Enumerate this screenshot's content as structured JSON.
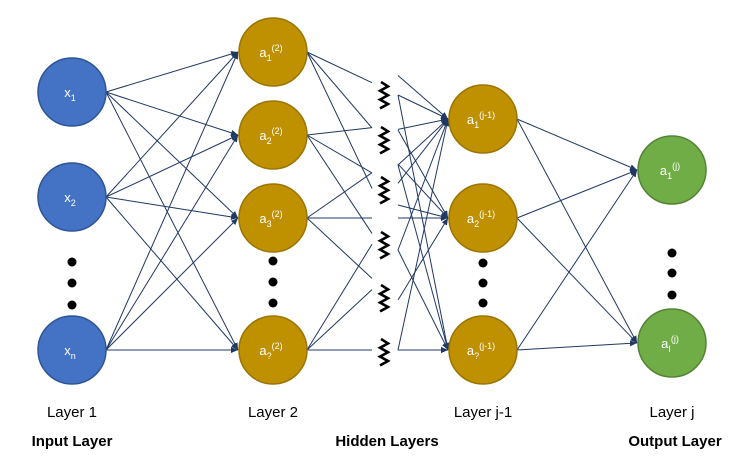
{
  "colors": {
    "input_node": "#4472C4",
    "input_stroke": "#2F5597",
    "hidden_node": "#BF9000",
    "hidden_stroke": "#9C7400",
    "output_node": "#70AD47",
    "output_stroke": "#548235",
    "edge": "#1F3864",
    "ellipsis": "#000000"
  },
  "layers": {
    "input": {
      "nodes": [
        {
          "base": "x",
          "sub": "1",
          "sup": ""
        },
        {
          "base": "x",
          "sub": "2",
          "sup": ""
        },
        {
          "base": "x",
          "sub": "n",
          "sup": ""
        }
      ]
    },
    "hidden2": {
      "nodes": [
        {
          "base": "a",
          "sub": "1",
          "sup": "(2)"
        },
        {
          "base": "a",
          "sub": "2",
          "sup": "(2)"
        },
        {
          "base": "a",
          "sub": "3",
          "sup": "(2)"
        },
        {
          "base": "a",
          "sub": "?",
          "sup": "(2)"
        }
      ]
    },
    "hiddenj": {
      "nodes": [
        {
          "base": "a",
          "sub": "1",
          "sup": "(j-1)"
        },
        {
          "base": "a",
          "sub": "2",
          "sup": "(j-1)"
        },
        {
          "base": "a",
          "sub": "?",
          "sup": "(j-1)"
        }
      ]
    },
    "output": {
      "nodes": [
        {
          "base": "a",
          "sub": "1",
          "sup": "(j)"
        },
        {
          "base": "a",
          "sub": "I",
          "sup": "(j)"
        }
      ]
    }
  },
  "labels": {
    "layer1": "Layer 1",
    "layer2": "Layer 2",
    "layerj1": "Layer j-1",
    "layerj": "Layer j"
  },
  "titles": {
    "input": "Input Layer",
    "hidden": "Hidden Layers",
    "output": "Output Layer"
  }
}
